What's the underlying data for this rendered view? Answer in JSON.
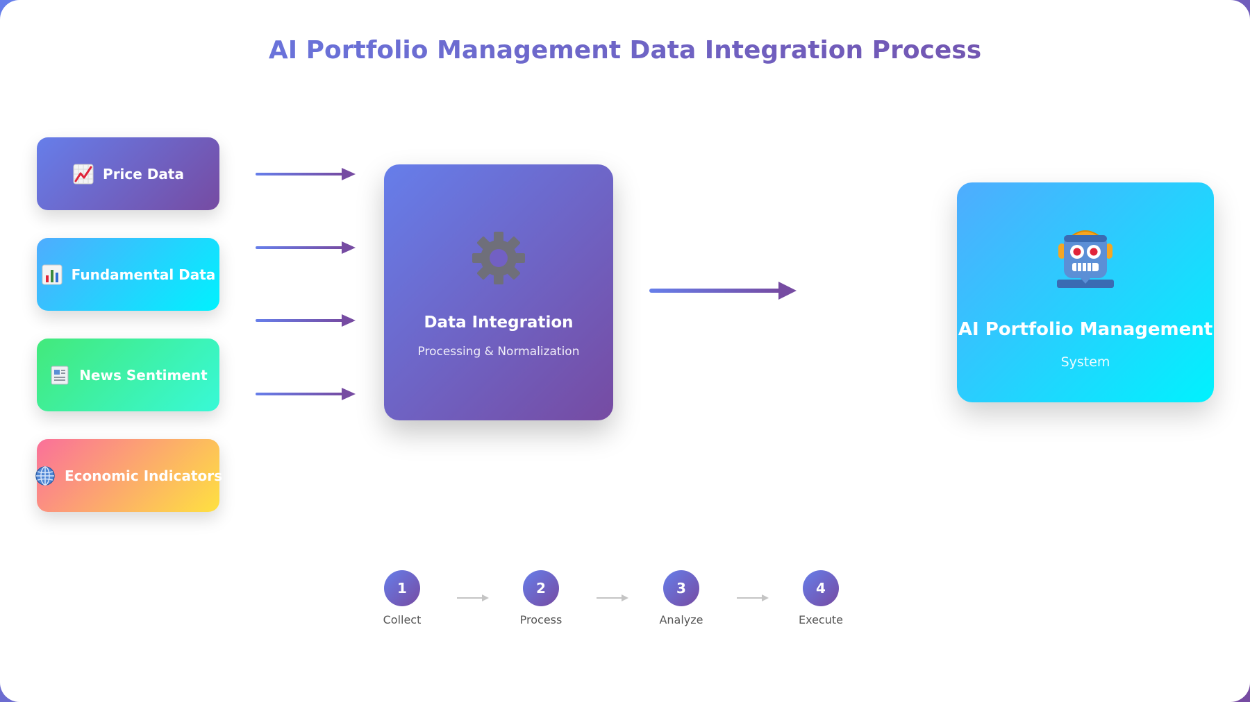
{
  "title": "AI Portfolio Management Data Integration Process",
  "sources": [
    {
      "label": "Price Data",
      "icon": "chart-increasing-icon"
    },
    {
      "label": "Fundamental Data",
      "icon": "bar-chart-icon"
    },
    {
      "label": "News Sentiment",
      "icon": "newspaper-icon"
    },
    {
      "label": "Economic Indicators",
      "icon": "globe-icon"
    }
  ],
  "integration": {
    "title": "Data Integration",
    "subtitle": "Processing & Normalization",
    "icon": "gear-icon"
  },
  "system": {
    "title": "AI Portfolio Management",
    "subtitle": "System",
    "icon": "robot-icon"
  },
  "steps": [
    {
      "number": "1",
      "label": "Collect"
    },
    {
      "number": "2",
      "label": "Process"
    },
    {
      "number": "3",
      "label": "Analyze"
    },
    {
      "number": "4",
      "label": "Execute"
    }
  ],
  "colors": {
    "primary_start": "#667eea",
    "primary_end": "#764ba2",
    "blue_start": "#4facfe",
    "blue_end": "#00f2fe",
    "green_start": "#43e97b",
    "green_end": "#38f9d7",
    "orange_start": "#fa709a",
    "orange_end": "#fee140"
  }
}
